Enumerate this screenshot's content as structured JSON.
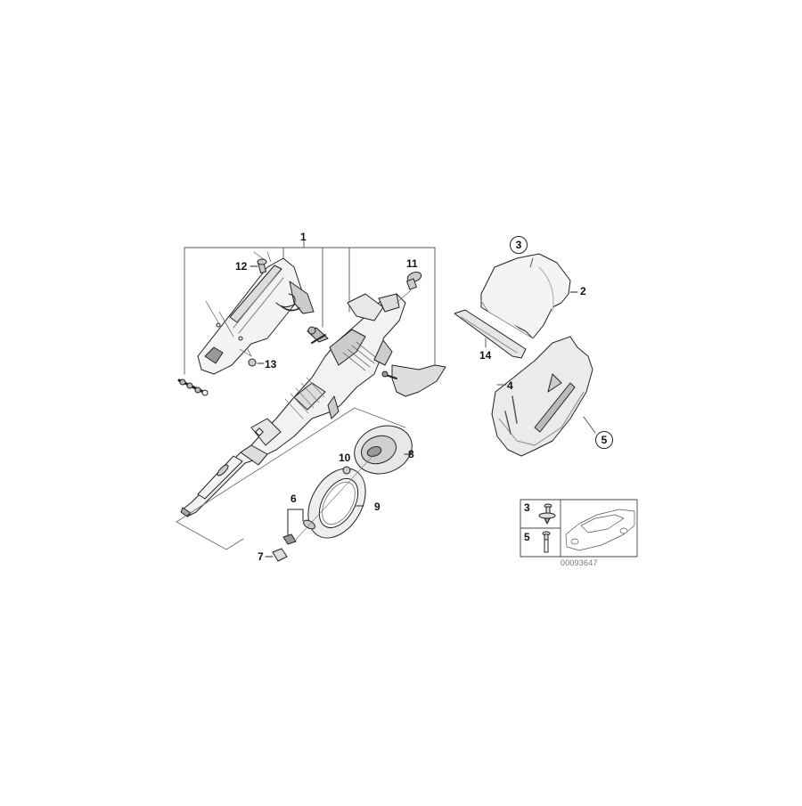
{
  "diagram": {
    "type": "exploded parts diagram",
    "subject": "Steering column assembly with trim covers",
    "colors": {
      "line": "#222222",
      "fill_light": "#f2f2f2",
      "fill_mid": "#d8d8d8",
      "fill_dark": "#9a9a9a",
      "background": "#ffffff"
    },
    "callouts": [
      {
        "id": "1",
        "label": "1",
        "circled": false
      },
      {
        "id": "2",
        "label": "2",
        "circled": false
      },
      {
        "id": "3",
        "label": "3",
        "circled": true
      },
      {
        "id": "4",
        "label": "4",
        "circled": false
      },
      {
        "id": "5",
        "label": "5",
        "circled": true
      },
      {
        "id": "6",
        "label": "6",
        "circled": false
      },
      {
        "id": "7",
        "label": "7",
        "circled": false
      },
      {
        "id": "8",
        "label": "8",
        "circled": false
      },
      {
        "id": "9",
        "label": "9",
        "circled": false
      },
      {
        "id": "10",
        "label": "10",
        "circled": false
      },
      {
        "id": "11",
        "label": "11",
        "circled": false
      },
      {
        "id": "12",
        "label": "12",
        "circled": false
      },
      {
        "id": "13",
        "label": "13",
        "circled": false
      },
      {
        "id": "14",
        "label": "14",
        "circled": false
      }
    ],
    "inset": {
      "rows": [
        {
          "label": "3",
          "part": "expanding-rivet"
        },
        {
          "label": "5",
          "part": "screw"
        }
      ],
      "vehicle": "sedan-outline"
    },
    "reference_number": "00093647"
  }
}
